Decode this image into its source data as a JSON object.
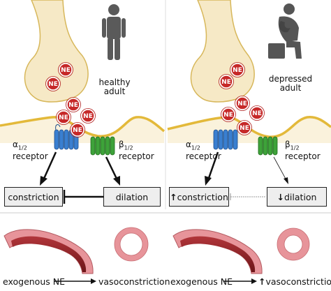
{
  "ne_label": "NE",
  "healthy": {
    "subject_label_line1": "healthy",
    "subject_label_line2": "adult",
    "alpha_receptor_line1": "α",
    "alpha_receptor_sub": "1/2",
    "alpha_receptor_line2": "receptor",
    "beta_receptor_line1": "β",
    "beta_receptor_sub": "1/2",
    "beta_receptor_line2": "receptor",
    "constriction_label": "constriction",
    "dilation_label": "dilation"
  },
  "depressed": {
    "subject_label_line1": "depressed",
    "subject_label_line2": "adult",
    "alpha_receptor_line1": "α",
    "alpha_receptor_sub": "1/2",
    "alpha_receptor_line2": "receptor",
    "beta_receptor_line1": "β",
    "beta_receptor_sub": "1/2",
    "beta_receptor_line2": "receptor",
    "constriction_label": "constriction",
    "dilation_label": "dilation",
    "up_arrow": "↑",
    "down_arrow": "↓"
  },
  "bottom": {
    "exogenous_left": "exogenous NE",
    "vasoconstriction_left": "vasoconstriction",
    "exogenous_right": "exogenous NE",
    "vasoconstriction_right": "vasoconstriction",
    "up_arrow": "↑"
  },
  "colors": {
    "neuron": "#f6e9c6",
    "neuron_outline": "#d7b75a",
    "membrane": "#e3b93a",
    "ne_fill": "#c62828",
    "alpha_receptor": "#3a7fd0",
    "beta_receptor": "#3ea23a",
    "vessel_outer": "#e7949a",
    "vessel_lumen": "#8a1f24"
  }
}
